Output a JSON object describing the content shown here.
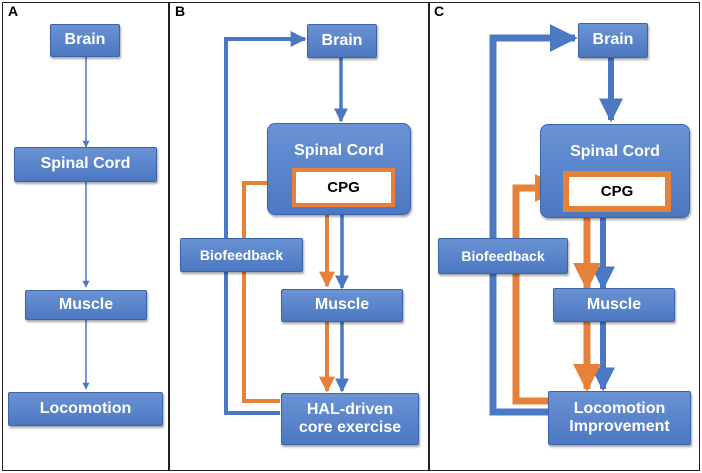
{
  "colors": {
    "box_blue": "#5585ca",
    "arrow_blue": "#4a78c3",
    "arrow_orange": "#e6813a",
    "cpg_border": "#e6813a"
  },
  "panels": {
    "a": {
      "letter": "A",
      "brain": "Brain",
      "spinal_cord": "Spinal Cord",
      "muscle": "Muscle",
      "locomotion": "Locomotion"
    },
    "b": {
      "letter": "B",
      "brain": "Brain",
      "spinal_cord": "Spinal Cord",
      "cpg": "CPG",
      "biofeedback": "Biofeedback",
      "muscle": "Muscle",
      "outcome_line1": "HAL-driven",
      "outcome_line2": "core exercise"
    },
    "c": {
      "letter": "C",
      "brain": "Brain",
      "spinal_cord": "Spinal Cord",
      "cpg": "CPG",
      "biofeedback": "Biofeedback",
      "muscle": "Muscle",
      "outcome_line1": "Locomotion",
      "outcome_line2": "Improvement"
    }
  }
}
